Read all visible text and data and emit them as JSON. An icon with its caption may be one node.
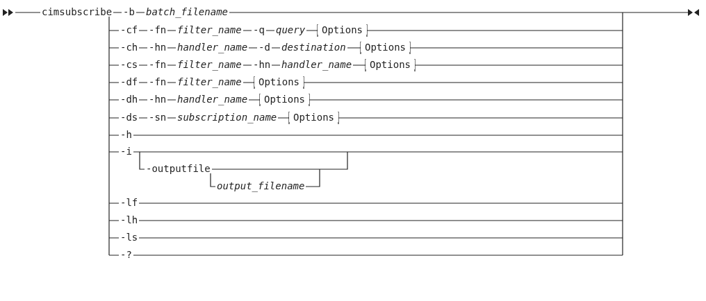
{
  "diagram": {
    "labels": [
      "cimsubscribe",
      "-b",
      "batch_filename",
      "-cf",
      "-fn",
      "filter_name",
      "-q",
      "query",
      "Options",
      "-ch",
      "-hn",
      "handler_name",
      "-d",
      "destination",
      "Options",
      "-cs",
      "-fn",
      "filter_name",
      "-hn",
      "handler_name",
      "Options",
      "-df",
      "-fn",
      "filter_name",
      "Options",
      "-dh",
      "-hn",
      "handler_name",
      "Options",
      "-ds",
      "-sn",
      "subscription_name",
      "Options",
      "-h",
      "-i",
      "-outputfile",
      "output_filename",
      "-lf",
      "-lh",
      "-ls",
      "-?"
    ]
  }
}
